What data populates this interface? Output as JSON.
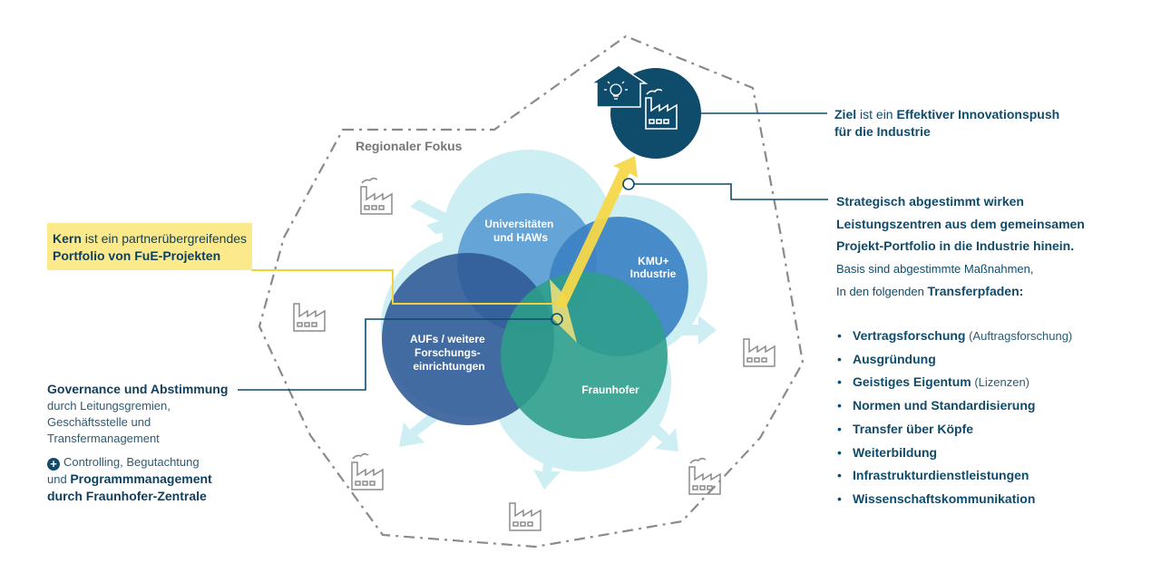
{
  "regional_focus": "Regionaler Fokus",
  "circles": {
    "universities": [
      "Universitäten",
      "und HAWs"
    ],
    "kmu": [
      "KMU+",
      "Industrie"
    ],
    "aufs": [
      "AUFs / weitere",
      "Forschungs-",
      "einrichtungen"
    ],
    "fraunhofer": "Fraunhofer"
  },
  "kern": {
    "bold1": "Kern",
    "text1": " ist ein partnerübergreifendes",
    "bold2": "Portfolio von FuE-Projekten"
  },
  "governance": {
    "title": "Governance und Abstimmung",
    "lines": [
      "durch Leitungsgremien,",
      "Geschäftsstelle und",
      "Transfermanagement"
    ],
    "plus_text": "Controlling, Begutachtung",
    "and": "und ",
    "bold1": "Programmmanagement",
    "bold2": "durch Fraunhofer-Zentrale"
  },
  "ziel": {
    "bold1": "Ziel",
    "text1": " ist ein ",
    "bold2": "Effektiver Innovationspush",
    "bold3": "für die Industrie"
  },
  "strategy": {
    "lines": [
      "Strategisch abgestimmt wirken",
      "Leistungszentren aus dem gemeinsamen",
      "Projekt-Portfolio in die Industrie hinein."
    ],
    "basis": "Basis sind abgestimmte Maßnahmen,",
    "prefix": "In den folgenden ",
    "bold": "Transferpfaden:"
  },
  "transfer_paths": [
    {
      "bold": "Vertragsforschung",
      "extra": " (Auftragsforschung)"
    },
    {
      "bold": "Ausgründung",
      "extra": ""
    },
    {
      "bold": "Geistiges Eigentum",
      "extra": " (Lizenzen)"
    },
    {
      "bold": "Normen und Standardisierung",
      "extra": ""
    },
    {
      "bold": "Transfer über Köpfe",
      "extra": ""
    },
    {
      "bold": "Weiterbildung",
      "extra": ""
    },
    {
      "bold": "Infrastrukturdienstleistungen",
      "extra": ""
    },
    {
      "bold": "Wissenschaftskommunikation",
      "extra": ""
    }
  ],
  "colors": {
    "navy": "#0f4b6a",
    "yellow": "#f5d84a",
    "halo": "#cdeef3",
    "uni": "#5f9fd5",
    "kmu": "#3c82c4",
    "aufs": "#2f5995",
    "fraunhofer": "#2e9e8a"
  }
}
